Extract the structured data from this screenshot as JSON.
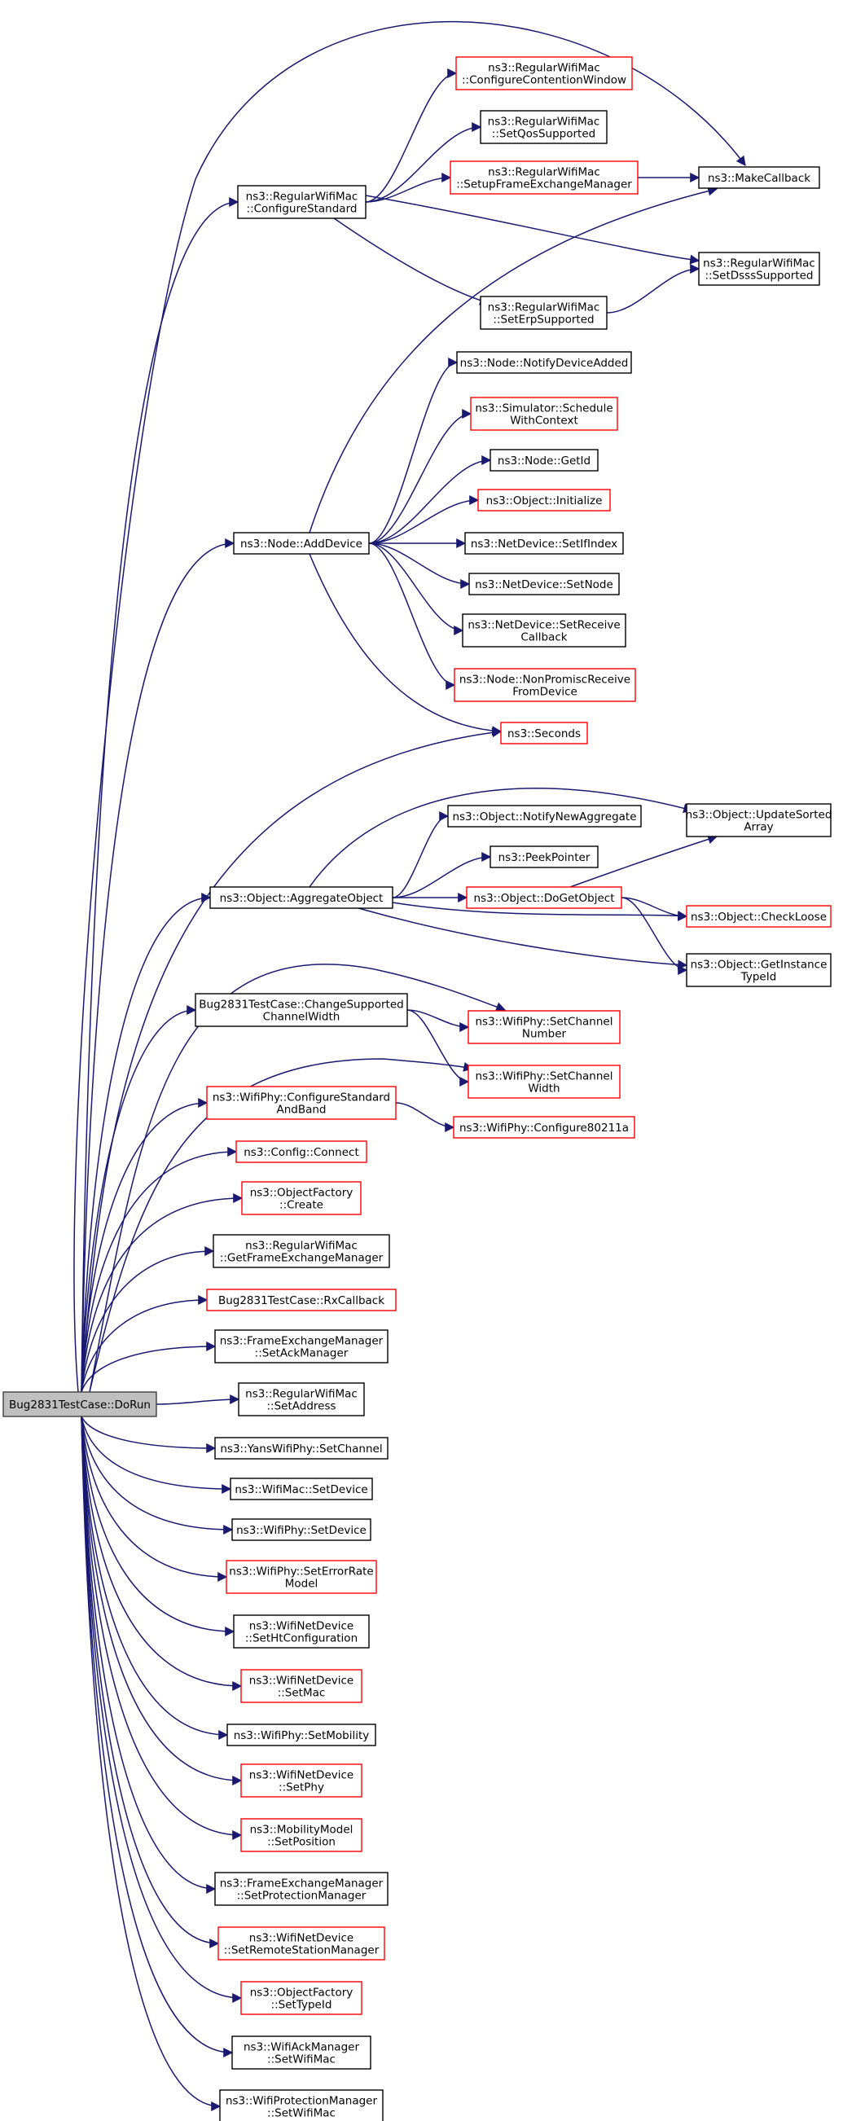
{
  "colors": {
    "edge": "#191970",
    "node_border_default": "#000000",
    "node_border_truncated": "#ff0000",
    "node_fill": "#ffffff",
    "root_fill": "#bfbfbf",
    "root_border": "#404040"
  },
  "graph": {
    "root": "n_dorun",
    "nodes": [
      {
        "id": "n_dorun",
        "lines": [
          "Bug2831TestCase::DoRun"
        ],
        "style": "root"
      },
      {
        "id": "n_cfgstd",
        "lines": [
          "ns3::RegularWifiMac",
          "::ConfigureStandard"
        ],
        "style": "default"
      },
      {
        "id": "n_cfgcw",
        "lines": [
          "ns3::RegularWifiMac",
          "::ConfigureContentionWindow"
        ],
        "style": "truncated"
      },
      {
        "id": "n_setqos",
        "lines": [
          "ns3::RegularWifiMac",
          "::SetQosSupported"
        ],
        "style": "default"
      },
      {
        "id": "n_setupfem",
        "lines": [
          "ns3::RegularWifiMac",
          "::SetupFrameExchangeManager"
        ],
        "style": "truncated"
      },
      {
        "id": "n_makecb",
        "lines": [
          "ns3::MakeCallback"
        ],
        "style": "default"
      },
      {
        "id": "n_setdsss",
        "lines": [
          "ns3::RegularWifiMac",
          "::SetDsssSupported"
        ],
        "style": "default"
      },
      {
        "id": "n_seterp",
        "lines": [
          "ns3::RegularWifiMac",
          "::SetErpSupported"
        ],
        "style": "default"
      },
      {
        "id": "n_notifydev",
        "lines": [
          "ns3::Node::NotifyDeviceAdded"
        ],
        "style": "default"
      },
      {
        "id": "n_schedctx",
        "lines": [
          "ns3::Simulator::Schedule",
          "WithContext"
        ],
        "style": "truncated"
      },
      {
        "id": "n_getid",
        "lines": [
          "ns3::Node::GetId"
        ],
        "style": "default"
      },
      {
        "id": "n_adddev",
        "lines": [
          "ns3::Node::AddDevice"
        ],
        "style": "default"
      },
      {
        "id": "n_init",
        "lines": [
          "ns3::Object::Initialize"
        ],
        "style": "truncated"
      },
      {
        "id": "n_setifidx",
        "lines": [
          "ns3::NetDevice::SetIfIndex"
        ],
        "style": "default"
      },
      {
        "id": "n_setnode",
        "lines": [
          "ns3::NetDevice::SetNode"
        ],
        "style": "default"
      },
      {
        "id": "n_setrecv",
        "lines": [
          "ns3::NetDevice::SetReceive",
          "Callback"
        ],
        "style": "default"
      },
      {
        "id": "n_nonpromisc",
        "lines": [
          "ns3::Node::NonPromiscReceive",
          "FromDevice"
        ],
        "style": "truncated"
      },
      {
        "id": "n_seconds",
        "lines": [
          "ns3::Seconds"
        ],
        "style": "truncated"
      },
      {
        "id": "n_notifyagg",
        "lines": [
          "ns3::Object::NotifyNewAggregate"
        ],
        "style": "default"
      },
      {
        "id": "n_updsorted",
        "lines": [
          "ns3::Object::UpdateSorted",
          "Array"
        ],
        "style": "default"
      },
      {
        "id": "n_peekptr",
        "lines": [
          "ns3::PeekPointer"
        ],
        "style": "default"
      },
      {
        "id": "n_aggobj",
        "lines": [
          "ns3::Object::AggregateObject"
        ],
        "style": "default"
      },
      {
        "id": "n_dogetobj",
        "lines": [
          "ns3::Object::DoGetObject"
        ],
        "style": "truncated"
      },
      {
        "id": "n_checkloose",
        "lines": [
          "ns3::Object::CheckLoose"
        ],
        "style": "truncated"
      },
      {
        "id": "n_getinsttid",
        "lines": [
          "ns3::Object::GetInstance",
          "TypeId"
        ],
        "style": "default"
      },
      {
        "id": "n_changecw",
        "lines": [
          "Bug2831TestCase::ChangeSupported",
          "ChannelWidth"
        ],
        "style": "default"
      },
      {
        "id": "n_setchnum",
        "lines": [
          "ns3::WifiPhy::SetChannel",
          "Number"
        ],
        "style": "truncated"
      },
      {
        "id": "n_setchwidth",
        "lines": [
          "ns3::WifiPhy::SetChannel",
          "Width"
        ],
        "style": "truncated"
      },
      {
        "id": "n_cfgstdband",
        "lines": [
          "ns3::WifiPhy::ConfigureStandard",
          "AndBand"
        ],
        "style": "truncated"
      },
      {
        "id": "n_cfg80211a",
        "lines": [
          "ns3::WifiPhy::Configure80211a"
        ],
        "style": "truncated"
      },
      {
        "id": "n_cfgconnect",
        "lines": [
          "ns3::Config::Connect"
        ],
        "style": "truncated"
      },
      {
        "id": "n_ofcreate",
        "lines": [
          "ns3::ObjectFactory",
          "::Create"
        ],
        "style": "truncated"
      },
      {
        "id": "n_getfem",
        "lines": [
          "ns3::RegularWifiMac",
          "::GetFrameExchangeManager"
        ],
        "style": "default"
      },
      {
        "id": "n_rxcb",
        "lines": [
          "Bug2831TestCase::RxCallback"
        ],
        "style": "truncated"
      },
      {
        "id": "n_setackmgr",
        "lines": [
          "ns3::FrameExchangeManager",
          "::SetAckManager"
        ],
        "style": "default"
      },
      {
        "id": "n_setaddr",
        "lines": [
          "ns3::RegularWifiMac",
          "::SetAddress"
        ],
        "style": "default"
      },
      {
        "id": "n_yanssetch",
        "lines": [
          "ns3::YansWifiPhy::SetChannel"
        ],
        "style": "default"
      },
      {
        "id": "n_macsetdev",
        "lines": [
          "ns3::WifiMac::SetDevice"
        ],
        "style": "default"
      },
      {
        "id": "n_physetdev",
        "lines": [
          "ns3::WifiPhy::SetDevice"
        ],
        "style": "default"
      },
      {
        "id": "n_seterrmodel",
        "lines": [
          "ns3::WifiPhy::SetErrorRate",
          "Model"
        ],
        "style": "truncated"
      },
      {
        "id": "n_sethtcfg",
        "lines": [
          "ns3::WifiNetDevice",
          "::SetHtConfiguration"
        ],
        "style": "default"
      },
      {
        "id": "n_setmac",
        "lines": [
          "ns3::WifiNetDevice",
          "::SetMac"
        ],
        "style": "truncated"
      },
      {
        "id": "n_setmobility",
        "lines": [
          "ns3::WifiPhy::SetMobility"
        ],
        "style": "default"
      },
      {
        "id": "n_setphy",
        "lines": [
          "ns3::WifiNetDevice",
          "::SetPhy"
        ],
        "style": "truncated"
      },
      {
        "id": "n_setpos",
        "lines": [
          "ns3::MobilityModel",
          "::SetPosition"
        ],
        "style": "truncated"
      },
      {
        "id": "n_setprotmgr",
        "lines": [
          "ns3::FrameExchangeManager",
          "::SetProtectionManager"
        ],
        "style": "default"
      },
      {
        "id": "n_setrsm",
        "lines": [
          "ns3::WifiNetDevice",
          "::SetRemoteStationManager"
        ],
        "style": "truncated"
      },
      {
        "id": "n_settypeid",
        "lines": [
          "ns3::ObjectFactory",
          "::SetTypeId"
        ],
        "style": "truncated"
      },
      {
        "id": "n_ackmgrsetmac",
        "lines": [
          "ns3::WifiAckManager",
          "::SetWifiMac"
        ],
        "style": "default"
      },
      {
        "id": "n_protmgrsetmac",
        "lines": [
          "ns3::WifiProtectionManager",
          "::SetWifiMac"
        ],
        "style": "default"
      }
    ],
    "edges": [
      [
        "n_dorun",
        "n_cfgstd"
      ],
      [
        "n_dorun",
        "n_makecb"
      ],
      [
        "n_dorun",
        "n_adddev"
      ],
      [
        "n_dorun",
        "n_seconds"
      ],
      [
        "n_dorun",
        "n_aggobj"
      ],
      [
        "n_dorun",
        "n_changecw"
      ],
      [
        "n_dorun",
        "n_setchnum"
      ],
      [
        "n_dorun",
        "n_setchwidth"
      ],
      [
        "n_dorun",
        "n_cfgstdband"
      ],
      [
        "n_dorun",
        "n_cfgconnect"
      ],
      [
        "n_dorun",
        "n_ofcreate"
      ],
      [
        "n_dorun",
        "n_getfem"
      ],
      [
        "n_dorun",
        "n_rxcb"
      ],
      [
        "n_dorun",
        "n_setackmgr"
      ],
      [
        "n_dorun",
        "n_setaddr"
      ],
      [
        "n_dorun",
        "n_yanssetch"
      ],
      [
        "n_dorun",
        "n_macsetdev"
      ],
      [
        "n_dorun",
        "n_physetdev"
      ],
      [
        "n_dorun",
        "n_seterrmodel"
      ],
      [
        "n_dorun",
        "n_sethtcfg"
      ],
      [
        "n_dorun",
        "n_setmac"
      ],
      [
        "n_dorun",
        "n_setmobility"
      ],
      [
        "n_dorun",
        "n_setphy"
      ],
      [
        "n_dorun",
        "n_setpos"
      ],
      [
        "n_dorun",
        "n_setprotmgr"
      ],
      [
        "n_dorun",
        "n_setrsm"
      ],
      [
        "n_dorun",
        "n_settypeid"
      ],
      [
        "n_dorun",
        "n_ackmgrsetmac"
      ],
      [
        "n_dorun",
        "n_protmgrsetmac"
      ],
      [
        "n_cfgstd",
        "n_cfgcw"
      ],
      [
        "n_cfgstd",
        "n_setqos"
      ],
      [
        "n_cfgstd",
        "n_setupfem"
      ],
      [
        "n_cfgstd",
        "n_setdsss"
      ],
      [
        "n_cfgstd",
        "n_seterp"
      ],
      [
        "n_setupfem",
        "n_makecb"
      ],
      [
        "n_seterp",
        "n_setdsss"
      ],
      [
        "n_adddev",
        "n_makecb"
      ],
      [
        "n_adddev",
        "n_notifydev"
      ],
      [
        "n_adddev",
        "n_schedctx"
      ],
      [
        "n_adddev",
        "n_getid"
      ],
      [
        "n_adddev",
        "n_init"
      ],
      [
        "n_adddev",
        "n_setifidx"
      ],
      [
        "n_adddev",
        "n_setnode"
      ],
      [
        "n_adddev",
        "n_setrecv"
      ],
      [
        "n_adddev",
        "n_nonpromisc"
      ],
      [
        "n_adddev",
        "n_seconds"
      ],
      [
        "n_aggobj",
        "n_updsorted"
      ],
      [
        "n_aggobj",
        "n_notifyagg"
      ],
      [
        "n_aggobj",
        "n_peekptr"
      ],
      [
        "n_aggobj",
        "n_dogetobj"
      ],
      [
        "n_aggobj",
        "n_checkloose"
      ],
      [
        "n_aggobj",
        "n_getinsttid"
      ],
      [
        "n_dogetobj",
        "n_updsorted"
      ],
      [
        "n_dogetobj",
        "n_checkloose"
      ],
      [
        "n_dogetobj",
        "n_getinsttid"
      ],
      [
        "n_changecw",
        "n_setchnum"
      ],
      [
        "n_changecw",
        "n_setchwidth"
      ],
      [
        "n_cfgstdband",
        "n_cfg80211a"
      ]
    ]
  }
}
